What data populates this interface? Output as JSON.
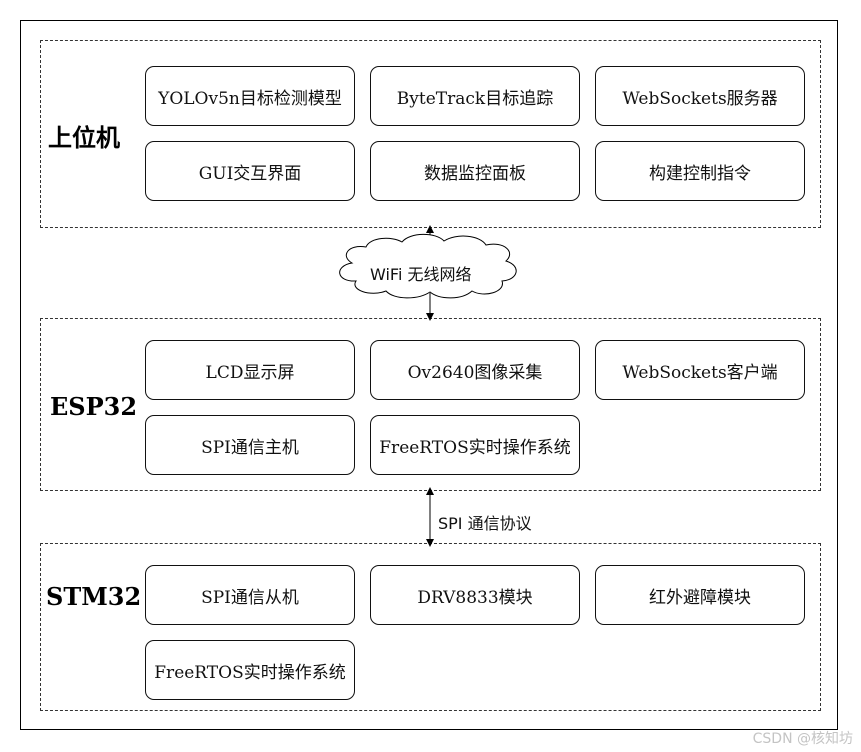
{
  "groups": {
    "host": {
      "label": "上位机",
      "items": [
        "YOLOv5n目标检测模型",
        "ByteTrack目标追踪",
        "WebSockets服务器",
        "GUI交互界面",
        "数据监控面板",
        "构建控制指令"
      ]
    },
    "esp32": {
      "label": "ESP32",
      "items": [
        "LCD显示屏",
        "Ov2640图像采集",
        "WebSockets客户端",
        "SPI通信主机",
        "FreeRTOS实时操作系统"
      ]
    },
    "stm32": {
      "label": "STM32",
      "items": [
        "SPI通信从机",
        "DRV8833模块",
        "红外避障模块",
        "FreeRTOS实时操作系统"
      ]
    }
  },
  "connections": {
    "wifi": "WiFi 无线网络",
    "spi": "SPI 通信协议"
  },
  "watermark": "CSDN @核知坊"
}
